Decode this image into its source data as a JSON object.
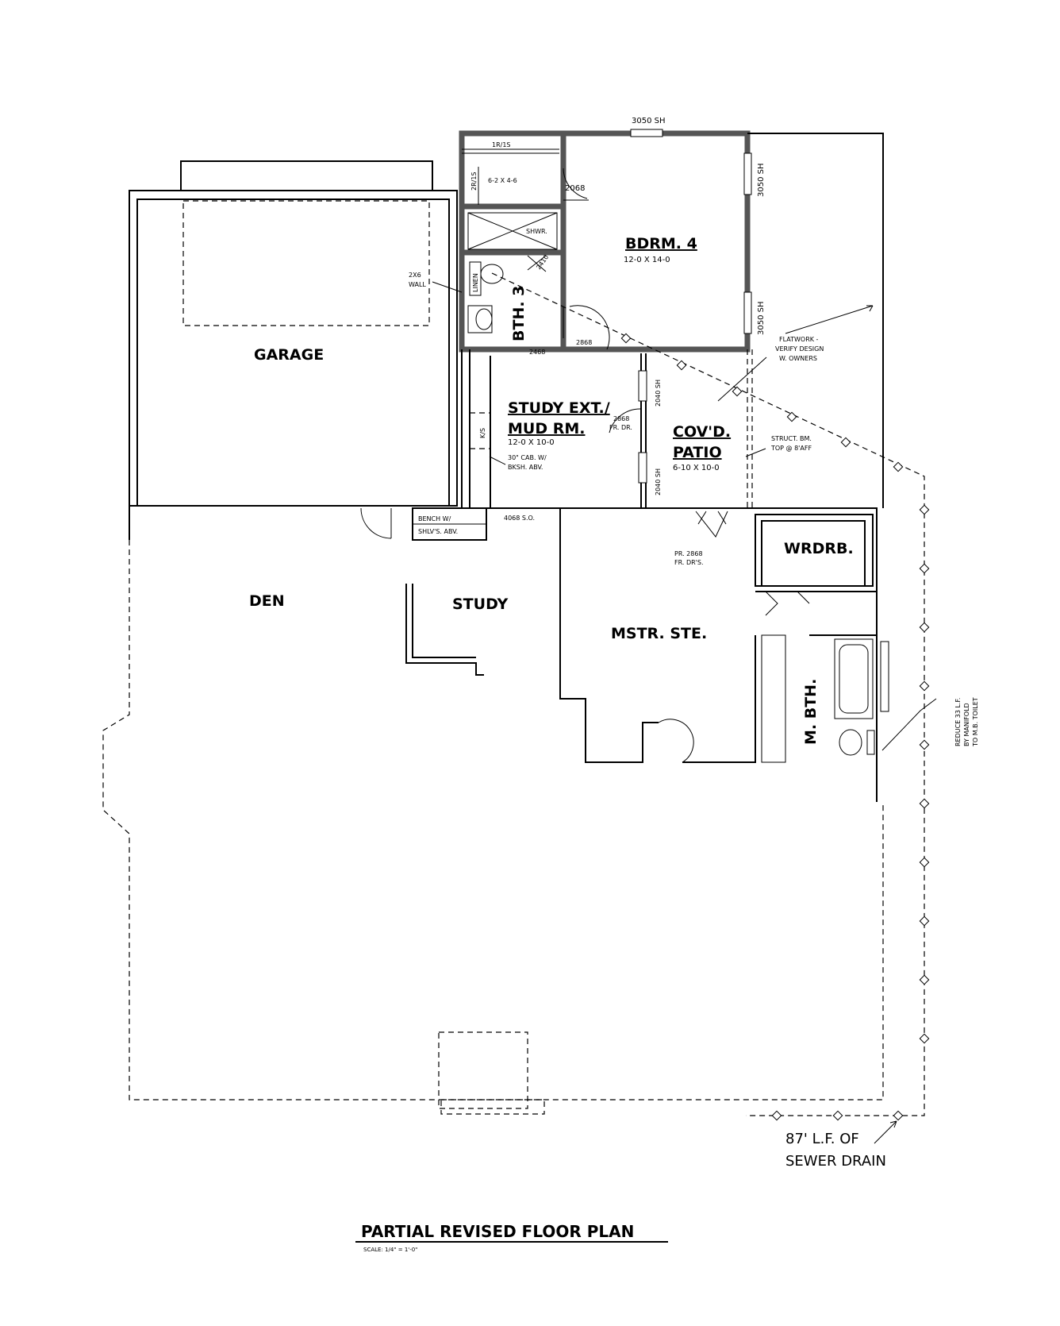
{
  "rooms": {
    "garage": "GARAGE",
    "bdrm4": "BDRM. 4",
    "bdrm4_dim": "12-0 X 14-0",
    "bth3": "BTH. 3",
    "study_ext_1": "STUDY EXT./",
    "study_ext_2": "MUD RM.",
    "study_ext_dim": "12-0 X 10-0",
    "covd_1": "COV'D.",
    "covd_2": "PATIO",
    "covd_dim": "6-10 X 10-0",
    "den": "DEN",
    "study": "STUDY",
    "mstr_ste": "MSTR. STE.",
    "wrdrb": "WRDRB.",
    "m_bth": "M. BTH."
  },
  "labels": {
    "win_top": "3050 SH",
    "win_right1": "3050 SH",
    "win_right2": "3050 SH",
    "ir_is": "1R/1S",
    "closet": "6-2 X 4-6",
    "door_2068": "2068",
    "two_r_is": "2R/1S",
    "shwr": "SHWR.",
    "door_2410": "2410",
    "linen": "LINEN",
    "wall_2x6_1": "2X6",
    "wall_2x6_2": "WALL",
    "door_2468": "2468",
    "door_2868": "2868",
    "win_2040_1": "2040 SH",
    "win_2040_2": "2040 SH",
    "fr_dr_1": "2868",
    "fr_dr_2": "FR. DR.",
    "ks": "K/S",
    "cab_1": "30\" CAB. W/",
    "cab_2": "BKSH. ABV.",
    "flat_1": "FLATWORK -",
    "flat_2": "VERIFY DESIGN",
    "flat_3": "W. OWNERS",
    "struct_1": "STRUCT. BM.",
    "struct_2": "TOP @ 8'AFF",
    "bench_1": "BENCH W/",
    "bench_2": "SHLV'S. ABV.",
    "so": "4068 S.O.",
    "pr_1": "PR. 2868",
    "pr_2": "FR. DR'S.",
    "reduce_1": "REDUCE 33 L.F.",
    "reduce_2": "BY MANIFOLD",
    "reduce_3": "TO M.B. TOILET",
    "sewer_1": "87' L.F. OF",
    "sewer_2": "SEWER DRAIN"
  },
  "title": {
    "main": "PARTIAL REVISED FLOOR PLAN",
    "scale": "SCALE: 1/4\" = 1'-0\""
  }
}
